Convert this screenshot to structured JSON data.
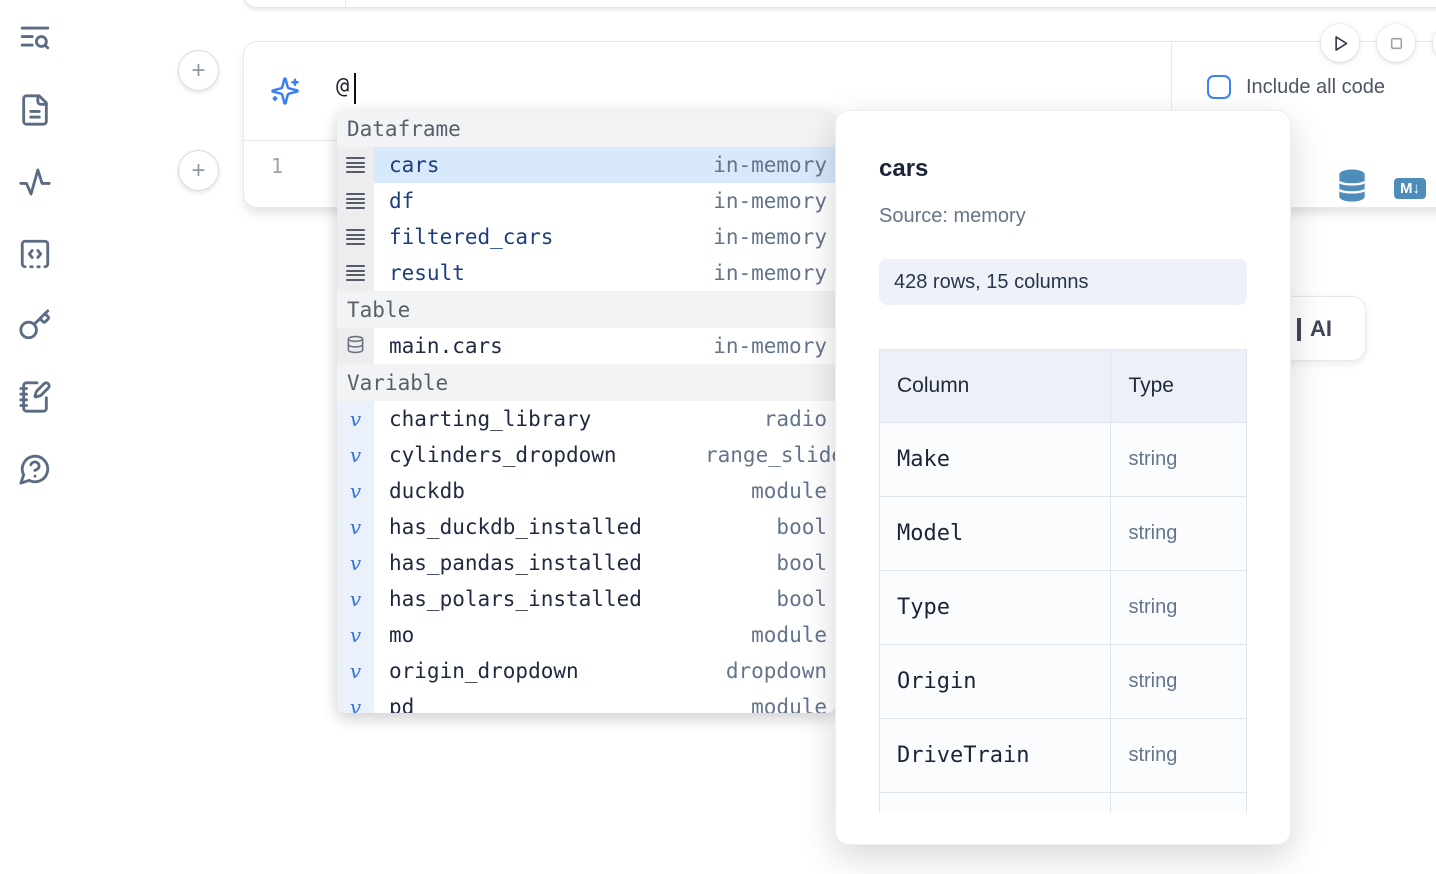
{
  "colors": {
    "accent_blue": "#3b82f6",
    "steel_blue": "#4e8cba",
    "selected_row": "#d7e9fb",
    "type_text": "#64748b",
    "dataframe_name": "#1e3e7b"
  },
  "sidebar": {
    "items": [
      {
        "icon": "list-search-icon"
      },
      {
        "icon": "file-text-icon"
      },
      {
        "icon": "activity-icon"
      },
      {
        "icon": "code-snippet-icon"
      },
      {
        "icon": "key-icon"
      },
      {
        "icon": "notebook-pen-icon"
      },
      {
        "icon": "help-chat-icon"
      }
    ]
  },
  "ai_panel": {
    "prompt_value": "@",
    "include_all_code_label": "Include all code",
    "include_all_code_checked": false
  },
  "run_controls": {
    "buttons": [
      {
        "icon": "play-icon"
      },
      {
        "icon": "stop-icon"
      },
      {
        "icon": "hidden-partial-button"
      }
    ]
  },
  "code_cell": {
    "line_number": "1",
    "markdown_badge": "M↓"
  },
  "autocomplete": {
    "sections": [
      {
        "label": "Dataframe",
        "items": [
          {
            "name": "cars",
            "type": "in-memory",
            "selected": true
          },
          {
            "name": "df",
            "type": "in-memory",
            "selected": false
          },
          {
            "name": "filtered_cars",
            "type": "in-memory",
            "selected": false
          },
          {
            "name": "result",
            "type": "in-memory",
            "selected": false
          }
        ]
      },
      {
        "label": "Table",
        "items": [
          {
            "name": "main.cars",
            "type": "in-memory",
            "selected": false
          }
        ]
      },
      {
        "label": "Variable",
        "items": [
          {
            "name": "charting_library",
            "type": "radio"
          },
          {
            "name": "cylinders_dropdown",
            "type": "range_slider"
          },
          {
            "name": "duckdb",
            "type": "module"
          },
          {
            "name": "has_duckdb_installed",
            "type": "bool"
          },
          {
            "name": "has_pandas_installed",
            "type": "bool"
          },
          {
            "name": "has_polars_installed",
            "type": "bool"
          },
          {
            "name": "mo",
            "type": "module"
          },
          {
            "name": "origin_dropdown",
            "type": "dropdown"
          }
        ]
      }
    ],
    "partial_row": {
      "name": "pd",
      "type": "module"
    }
  },
  "preview": {
    "title": "cars",
    "source": "Source: memory",
    "shape_badge": "428 rows, 15 columns",
    "table": {
      "headers": [
        "Column",
        "Type"
      ],
      "rows": [
        [
          "Make",
          "string"
        ],
        [
          "Model",
          "string"
        ],
        [
          "Type",
          "string"
        ],
        [
          "Origin",
          "string"
        ],
        [
          "DriveTrain",
          "string"
        ]
      ]
    }
  },
  "ai_button": {
    "label": "AI"
  }
}
